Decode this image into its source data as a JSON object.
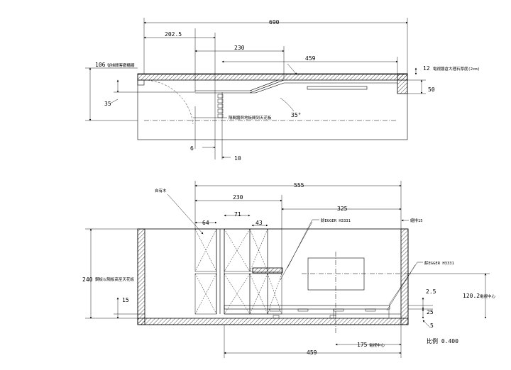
{
  "top_view": {
    "overall_width": "690",
    "dim_202_5": "202.5",
    "dim_230": "230",
    "dim_459": "459",
    "dim_106": "106",
    "note_106": "從梯間客廳櫃牆",
    "dim_35": "35",
    "dim_12": "12",
    "note_12": "電視牆倉大理石厚度(2cm)",
    "dim_50": "50",
    "angle_35": "35°",
    "note_mid": "隔間牆與地板間到天花板",
    "dim_6": "6",
    "dim_10": "10"
  },
  "front_view": {
    "dim_555": "555",
    "dim_230": "230",
    "dim_325": "325",
    "label_topleft": "自有木",
    "dim_64": "64",
    "dim_71": "71",
    "dim_43": "43",
    "label_egger_1": "餘EGGER H3331",
    "label_egger_2": "餘EGGER H3331",
    "label_15_top": "縮排15",
    "dim_240": "240",
    "note_240": "鋼板以隔板高至天花板",
    "dim_15_left": "15",
    "dim_2_5": "2.5",
    "dim_120_2": "120.2",
    "note_120_2": "電視中心",
    "dim_25": "25",
    "dim_5": "5",
    "dim_175": "175",
    "note_175": "電視中心",
    "dim_459_bottom": "459",
    "scale_note": "比例 0.400"
  }
}
